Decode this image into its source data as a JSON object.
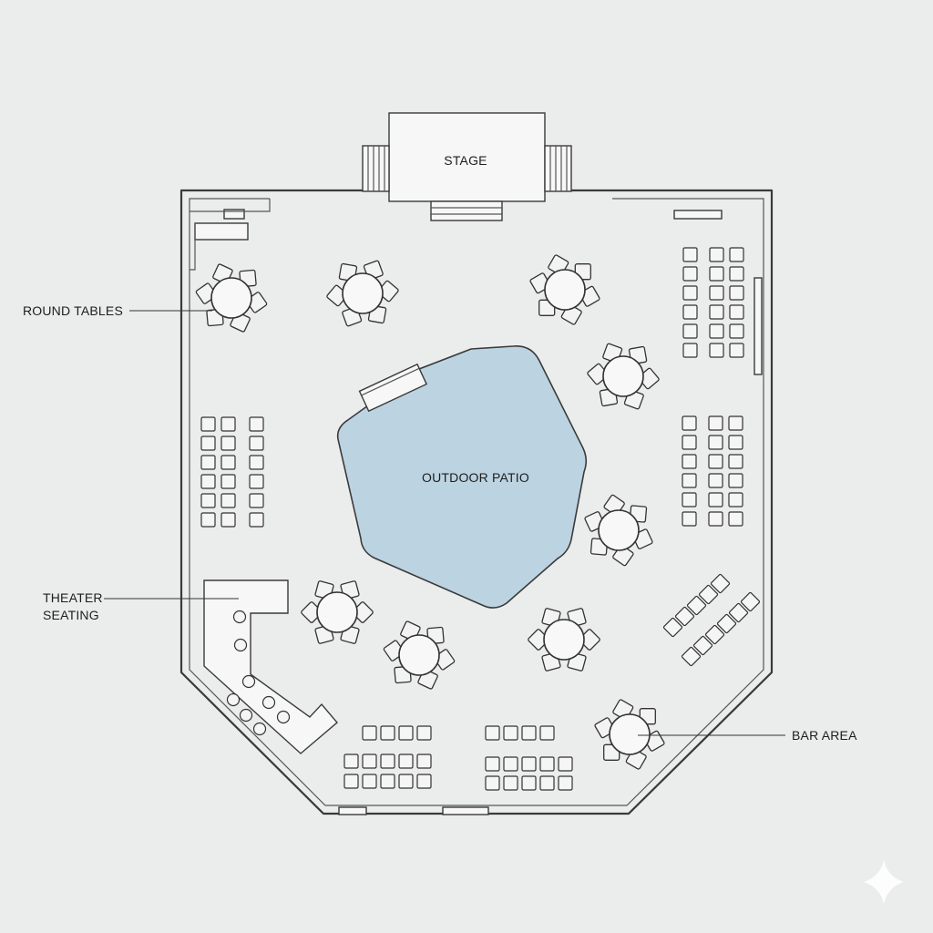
{
  "labels": {
    "stage": "STAGE",
    "patio": "OUTDOOR PATIO",
    "round_tables": "ROUND TABLES",
    "theater_line1": "THEATER",
    "theater_line2": "SEATING",
    "bar_area": "BAR AREA"
  },
  "colors": {
    "background": "#ebecec",
    "patio_fill": "#bcd3e1",
    "line": "#3a3a3a"
  },
  "icons": {
    "watermark": "sparkle-icon"
  }
}
